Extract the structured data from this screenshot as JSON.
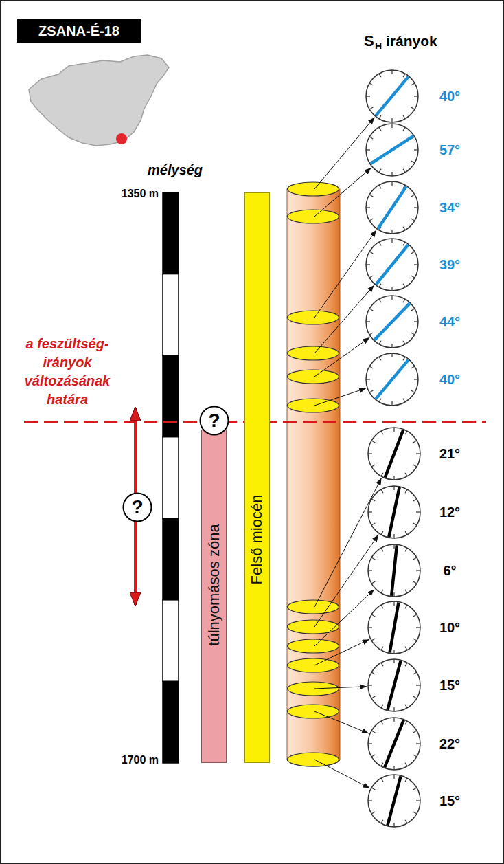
{
  "diagram": {
    "nodes": [
      {
        "text": [
          "ZSANA-É-18"
        ]
      },
      {
        "text": [
          "?"
        ]
      },
      {
        "text": [
          "?"
        ]
      },
      {
        "text": [
          "túlnyomásos zóna"
        ]
      },
      {
        "text": [
          "Felső miocén"
        ]
      }
    ],
    "labels": [
      "S",
      "H",
      "irányok",
      "mélység",
      "1350 m",
      "1700 m",
      "a feszültség-irányok változásának határa",
      "40°",
      "57°",
      "34°",
      "39°",
      "44°",
      "40°",
      "21°",
      "12°",
      "6°",
      "10°",
      "15°",
      "22°",
      "15°"
    ]
  }
}
